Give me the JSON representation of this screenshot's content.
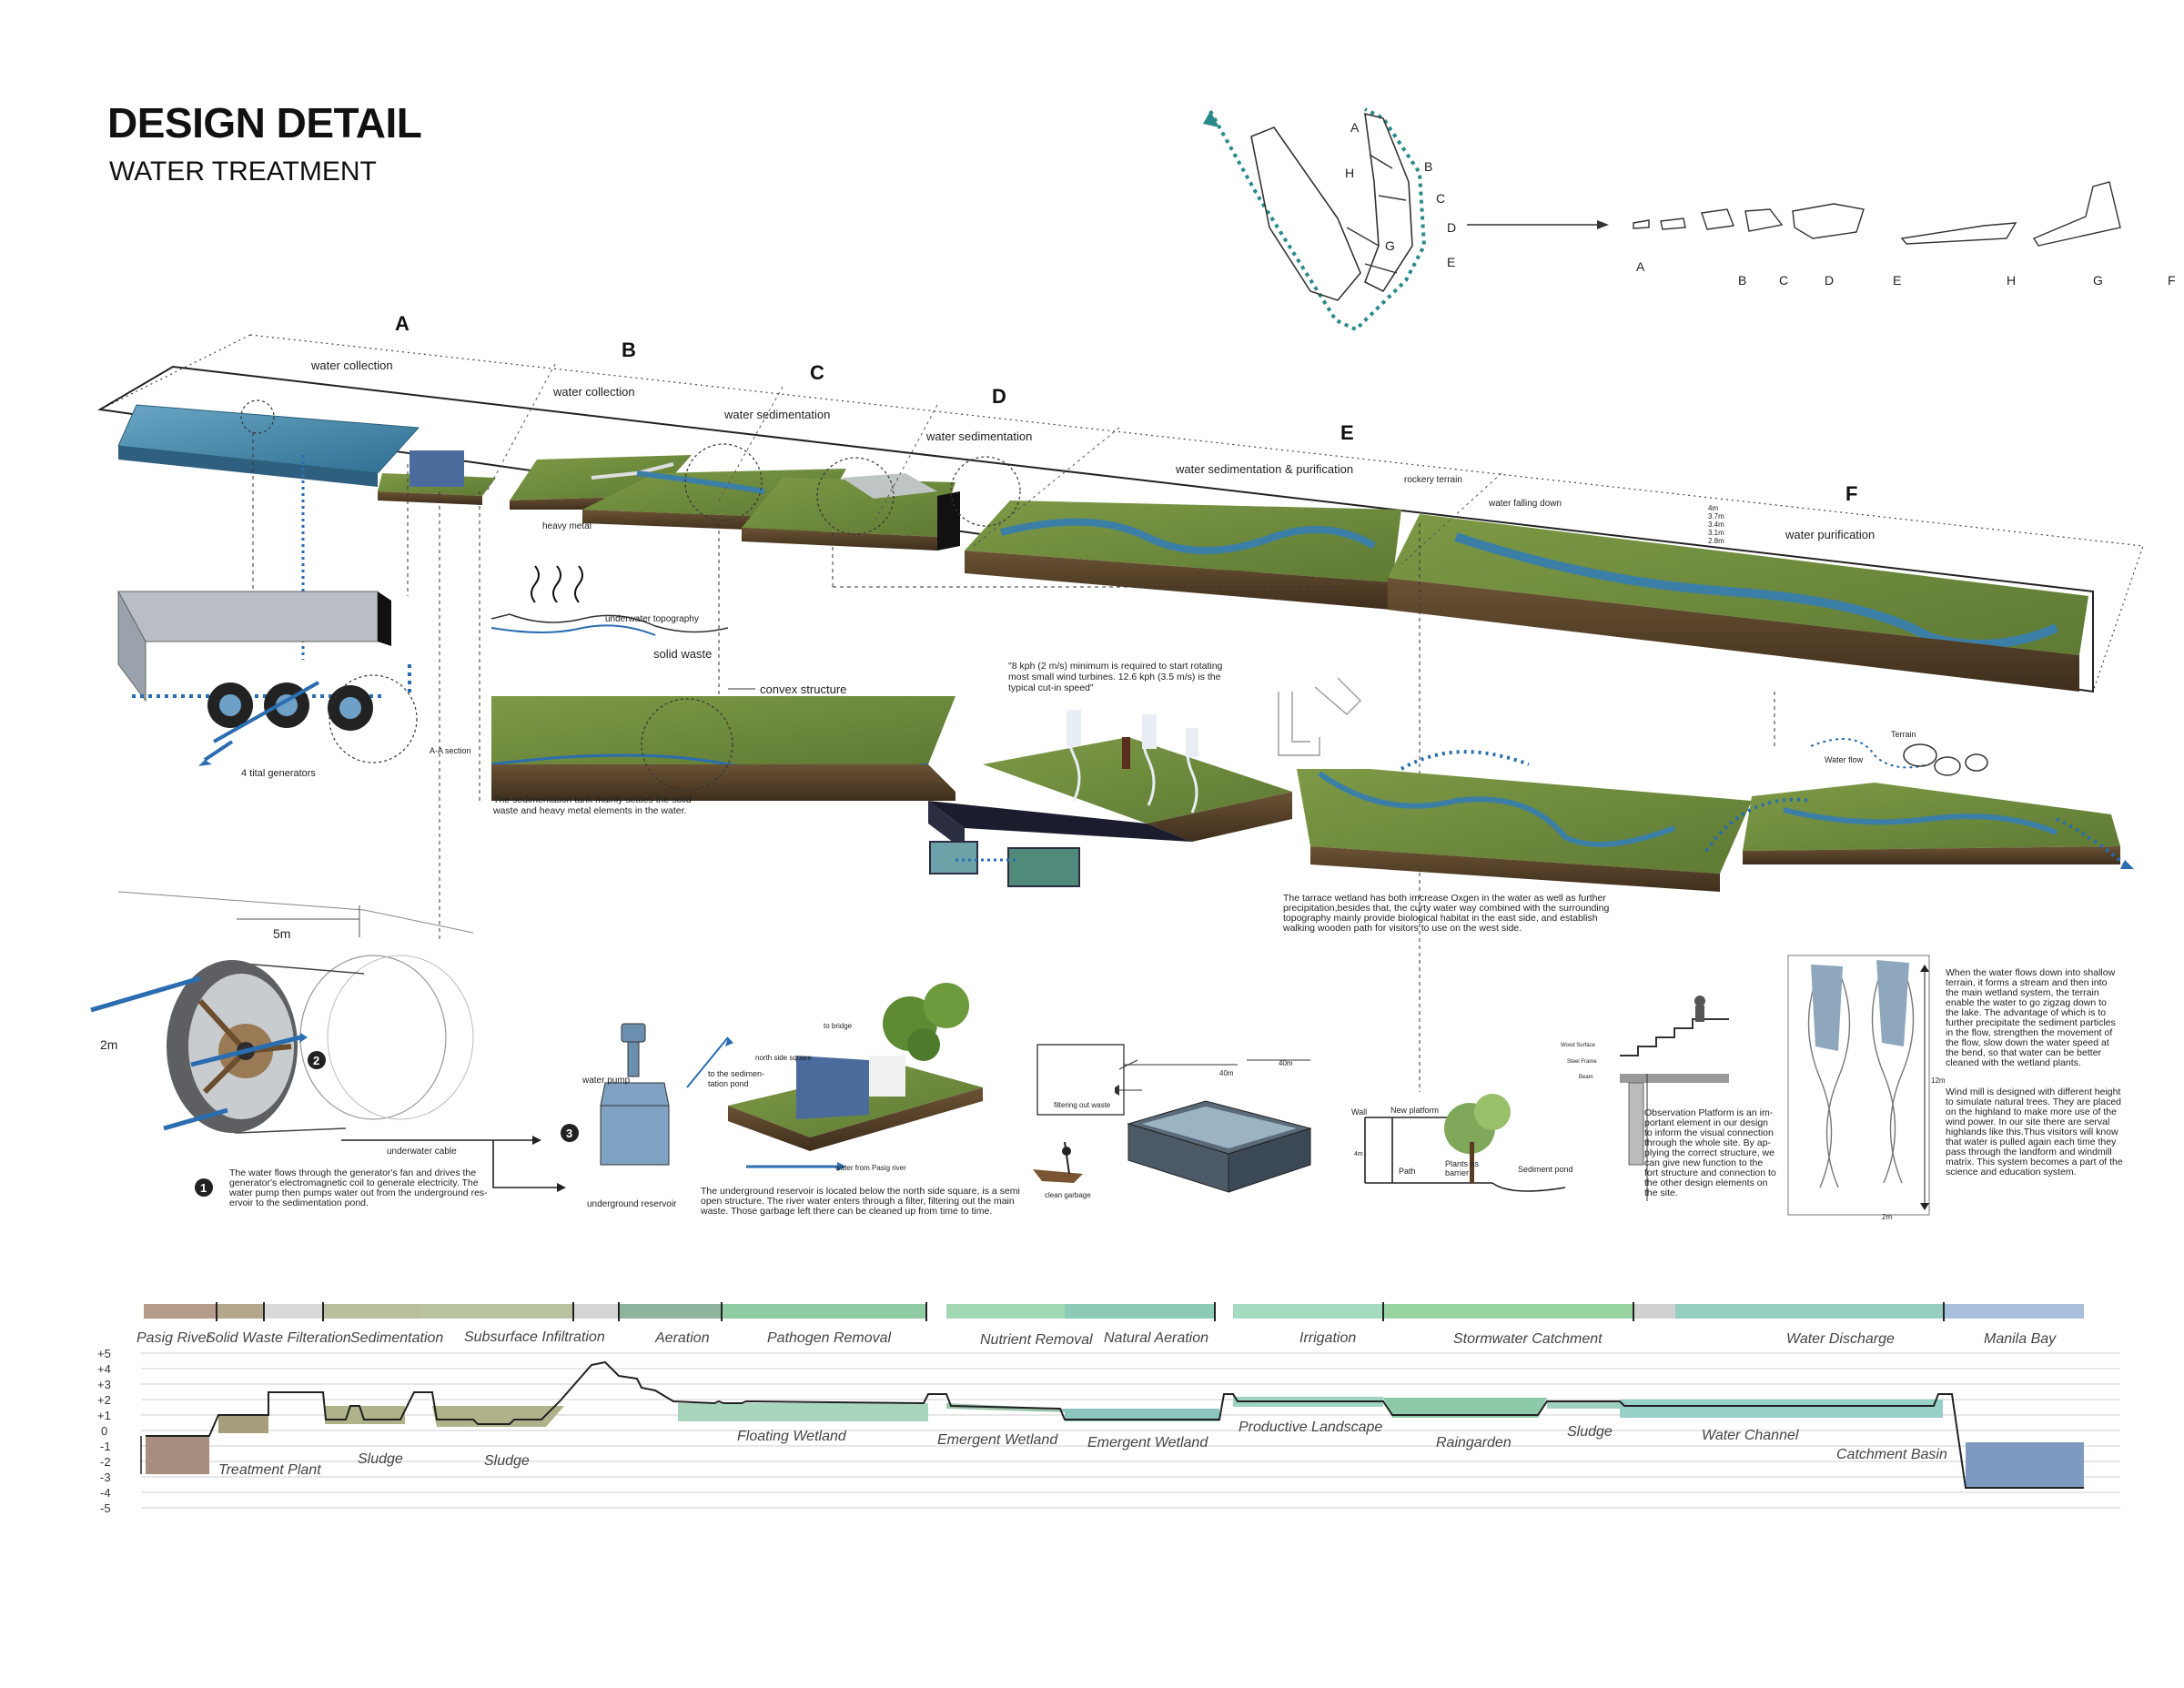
{
  "header": {
    "title": "DESIGN DETAIL",
    "subtitle": "WATER TREATMENT"
  },
  "keymap": {
    "site_letters": [
      "A",
      "H",
      "B",
      "C",
      "D",
      "G",
      "E"
    ],
    "sequence": [
      "A",
      "B",
      "C",
      "D",
      "E",
      "H",
      "G",
      "F"
    ]
  },
  "sections": [
    {
      "letter": "A",
      "caption": "water collection"
    },
    {
      "letter": "B",
      "caption": "water collection"
    },
    {
      "letter": "C",
      "caption": "water sedimentation"
    },
    {
      "letter": "D",
      "caption": "water sedimentation"
    },
    {
      "letter": "E",
      "caption": "water sedimentation & purification"
    },
    {
      "letter": "F",
      "caption": "water purification"
    }
  ],
  "upper_labels": {
    "heavy_metal": "heavy metal",
    "rockery_terrain": "rockery terrain",
    "water_falling_down": "water falling down",
    "heights": [
      "4m",
      "3.7m",
      "3.4m",
      "3.1m",
      "2.8m"
    ]
  },
  "middle": {
    "underwater_topography": "underwater topography",
    "solid_waste": "solid waste",
    "convex_structure": "convex structure",
    "aa_section": "A-A section",
    "generators": "4 tital generators",
    "sed_note": [
      "The sedimentation tank mainly settles the solid",
      "waste and heavy metal elements in the water."
    ],
    "wind_note": [
      "\"8 kph (2 m/s) minimum is required to start rotating",
      "most small wind turbines. 12.6 kph (3.5 m/s) is the",
      "typical cut-in speed\""
    ],
    "terrace_note": [
      "The tarrace wetland has both imcrease Oxgen in the water as well as further",
      "precipitation,besides that, the curty water way combined with the surrounding",
      "topography mainly provide biological habitat in the east side, and establish",
      "walking wooden path for visitors to use on the west side."
    ],
    "terrain": "Terrain",
    "water_flow": "Water flow"
  },
  "lower": {
    "dim_5m": "5m",
    "dim_2m": "2m",
    "underwater_cable": "underwater cable",
    "note1": [
      "The water flows through the generator's fan and drives the",
      "generator's electromagnetic coil to generate electricity. The",
      "water pump then pumps water out from the underground res-",
      "ervoir to the sedimentation pond."
    ],
    "water_pump": "water pump",
    "underground_reservoir": "underground reservoir",
    "to_sed_pond": [
      "to the sedimen-",
      "tation pond"
    ],
    "north_side_square": "north side square",
    "to_bridge": "to bridge",
    "from_pasig": "water from Pasig river",
    "note3": [
      "The underground reservoir is located below the north side square, is a semi",
      "open structure. The river water enters through a filter, filtering out the main",
      "waste. Those garbage left there can be cleaned up from time to time."
    ],
    "filtering_out_waste": "filtering out waste",
    "clean_garbage": "clean garbage",
    "dim_40m_a": "40m",
    "dim_40m_b": "40m",
    "wall": "Wall",
    "new_platform": "New platform",
    "path": "Path",
    "dim_4m": "4m",
    "plants_barrier": [
      "Plants as",
      "barrier"
    ],
    "sediment_pond": "Sediment pond",
    "wood_surface": "Wood Surface",
    "steel_frame": "Steel Frame",
    "beam": "Beam",
    "obs_note": [
      "Observation Platform is an im-",
      "portant element in our design",
      "to inform the visual connection",
      "through the whole site. By ap-",
      "plying the correct structure, we",
      "can give new function to the",
      "fort structure and connection to",
      "the other design elements on",
      "the site."
    ],
    "flow_note": [
      "When the water flows down into shallow",
      "terrain, it forms a stream and then into",
      "the main wetland system, the terrain",
      "enable the water to go zigzag down to",
      "the lake. The advantage of which is to",
      "further precipitate the sediment particles",
      "in the flow, strengthen the movement of",
      "the flow, slow down the water speed at",
      "the bend, so that water can be better",
      "cleaned with the wetland plants."
    ],
    "wind_mill_note": [
      "Wind mill is designed with different height",
      "to simulate natural trees. They are placed",
      "on the highland to make more use of the",
      "wind power. In our site there are serval",
      "highlands like this.Thus visitors will know",
      "that water is pulled again each time they",
      "pass through the landform and windmill",
      "matrix. This system becomes a part of the",
      "science and education system."
    ],
    "dim_12m": "12m",
    "dim_2m_b": "2m"
  },
  "profile": {
    "stages": [
      "Pasig River",
      "Solid Waste Filteration",
      "Sedimentation",
      "Subsurface Infiltration",
      "Aeration",
      "Pathogen Removal",
      "Nutrient Removal",
      "Natural Aeration",
      "Irrigation",
      "Stormwater Catchment",
      "Water Discharge",
      "Manila Bay"
    ],
    "bar_colors": [
      "#b59c8a",
      "#b3a78c",
      "#d9d9d9",
      "#b9bf9e",
      "#b9c3a1",
      "#d4d4d4",
      "#8fb49d",
      "#90cca3",
      "#a1d8b3",
      "#8dcbb6",
      "#a5dcc0",
      "#97d4a2",
      "#d1d1d1",
      "#96cfc0",
      "#a9c0dd"
    ],
    "levels": [
      "+5",
      "+4",
      "+3",
      "+2",
      "+1",
      "0",
      "-1",
      "-2",
      "-3",
      "-4",
      "-5"
    ],
    "features": [
      "Treatment Plant",
      "Sludge",
      "Sludge",
      "Floating Wetland",
      "Emergent Wetland",
      "Emergent Wetland",
      "Productive Landscape",
      "Raingarden",
      "Sludge",
      "Water Channel",
      "Catchment Basin"
    ]
  }
}
